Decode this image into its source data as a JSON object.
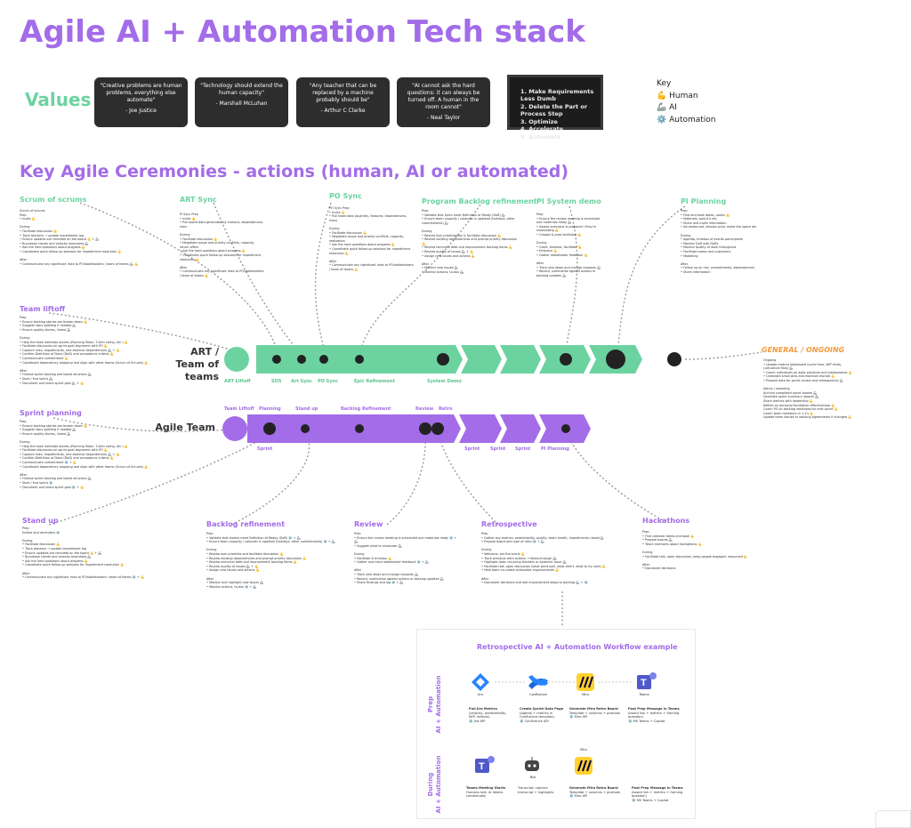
{
  "title": "Agile AI + Automation Tech stack",
  "values": {
    "label": "Values",
    "quotes": [
      {
        "text": "\"Creative problems are human problems, everything else automate\"",
        "author": "- Joe Justice"
      },
      {
        "text": "\"Technology should extend the human capacity\"",
        "author": "- Marshall McLuhan"
      },
      {
        "text": "\"Any teacher that can be replaced by a machine probably should be\"",
        "author": "- Arthur C Clarke"
      },
      {
        "text": "\"AI cannot ask the hard questions: it can always be turned off. A human in the room cannot\"",
        "author": "- Neal Taylor"
      }
    ],
    "book_lines": [
      "1. Make Requirements Less Dumb",
      "2. Delete the Part or Process Step",
      "3. Optimize",
      "4. Accelerate",
      "5. Automate"
    ]
  },
  "key": {
    "title": "Key",
    "items": [
      {
        "icon": "💪",
        "label": "Human"
      },
      {
        "icon": "🦾",
        "label": "AI"
      },
      {
        "icon": "⚙️",
        "label": "Automation"
      }
    ]
  },
  "ceremonies_title": "Key Agile Ceremonies - actions (human, AI or automated)",
  "sections": {
    "scrum_of_scrums": {
      "title": "Scrum of scrums",
      "body": "Scrum of scrums\nPrep\n  • Invite 💪\n\nDuring\n  • Facilitate discussion 💪\n  • Track blockers → update impediment log\n  • Ensure updates are recorded on the board 💪 + 🦾\n  • Burndown trends and velocity anomalies 🦾\n  • Ask the hard questions about progress 💪\n  • Coordinate quick follow-up sessions for impediment resolution 💪\n\nAfter\n  • Communicate any significant risks to PO/stakeholders / team of teams 🦾 💪"
    },
    "art_sync": {
      "title": "ART Sync",
      "body": "PI Sync Prep\n  • Invite 💪\n  • Pull board data generated by humans; dependencies, risks\n\nDuring\n  • Facilitate discussion 💪\n  • Negotiate scope and priority conflicts, capacity, return offers\n  • Ask the hard questions about progress 💪\n  • Coordinate quick follow-up sessions for impediment resolution 💪\n\nAfter\n  • Communicate any significant risks to PO/stakeholders / team of teams 💪"
    },
    "po_sync": {
      "title": "PO Sync",
      "body": "PO Sync Prep\n  • Invite 💪\n  • Pull team data (quantity, features, dependencies, risks)\n\nDuring\n  • Facilitate discussion 💪\n  • Negotiate scope and priority conflicts, capacity, realization\n  • Ask the hard questions about progress 💪\n  • Coordinate quick follow-up sessions for impediment resolution 💪\n\nAfter\n  • Communicate any significant risks to PO/stakeholders / team of teams 💪"
    },
    "program_backlog": {
      "title": "Program Backlog refinement",
      "body": "Prep\n  • Validate that Epics meet Definition of Ready (DoR) 🦾\n  • Ensure team capacity / calendar is updated (holidays, other commitments) 🦾\n\nDuring\n  • Review Epic prioritization & facilitate discussion 💪\n  • Review existing dependencies and prompt priority discussion 💪\n  • Review technical debt and improvement backlog items 💪\n  • Review quality of issues 🦾 + 💪\n  • Assign new issues and actions 💪\n\nAfter\n  • Monitor new issues 🦾\n  • Monitor actions, to-dos 🦾"
    },
    "pi_system_demo": {
      "title": "PI System demo",
      "body": "Prep\n  • Ensure the review meeting is scheduled and materials ready 🦾\n  • Assess everyone is prepared / they're showcasing 💪\n  • Choose & prep facilitator 💪\n\nDuring\n  • Greet, timebox, facilitate 💪\n  • Embrace 💪\n  • Gather stakeholder feedback 💪\n\nAfter\n  • Track new ideas and change requests 🦾\n  • Record, summarise agreed actions or backlog updates 🦾"
    },
    "pi_planning": {
      "title": "PI Planning",
      "body": "Prep\n  • Find and book dates, rooms 💪\n  • Materials, post-it's etc.\n  • Share and invite information\n  • Ad restaurant, session prep; make the space etc.\n\nDuring\n  • Agenda, timebox of events participants\n  • Monitor DoR with DoRs\n  • Monitor quality of work throughout\n  • Facilitate teams and customers\n  • Modelling\n\nAfter\n  • Follow up on risk, commitments, dependencies\n  • Share information"
    },
    "team_liftoff": {
      "title": "Team liftoff",
      "body": "Prep\n  • Ensure backlog stories are broken down 💪\n  • Suggest story splitting if needed 🦾\n  • Ensure quality stories, linked 🦾\n\nDuring\n  • Help the team estimate stories (Planning Poker, T-shirt sizing, etc.) 💪\n  • Facilitate discussion on sprint goal alignment with PO 💪\n  • Capture risks, impediments, and external dependencies 🦾 + 💪\n  • Confirm Definition of Done (DoD) and acceptance criteria 💪\n  • Communicate commitment 💪\n  • Coordinate dependency mapping and align with other teams (Scrum of Scrums) 💪\n\nAfter\n  • Finalise sprint backlog and board structure 🦾\n  • Start / End sprint 🦾\n  • Document and share sprint goal 🦾 + 💪"
    },
    "sprint_planning": {
      "title": "Sprint planning",
      "body": "Prep\n  • Ensure backlog stories are broken down 💪\n  • Suggest story splitting if needed 🦾\n  • Ensure quality stories, linked 🦾\n\nDuring\n  • Help the team estimate stories (Planning Poker, T-shirt sizing, etc.) 💪\n  • Facilitate discussion on sprint goal alignment with PO 💪\n  • Capture risks, impediments, and external dependencies 🦾 + 💪\n  • Confirm Definition of Done (DoD) and acceptance criteria 💪\n  • Communicate commitment ⚙️ + 💪\n  • Coordinate dependency mapping and align with other teams (Scrum of Scrums) 💪\n\nAfter\n  • Finalise sprint backlog and board structure 🦾\n  • Start / End sprint ⚙️\n  • Document and share sprint goal ⚙️ + 💪"
    },
    "stand_up": {
      "title": "Stand up",
      "body": "Prep\nInvites and reminders ⚙️\n\nDuring\n  • Facilitate discussion 💪\n  • Track blockers → update impediment log\n  • Ensure updates are recorded on the board 💪 + 🦾\n  • Burndown trends and velocity anomalies 🦾\n  • Ask the hard questions about progress 💪\n  • Coordinate quick follow-up sessions for impediment resolution 💪\n\nAfter\n  • Communicate any significant risks to PO/stakeholders / team of teams ⚙️ + 💪"
    },
    "backlog_refinement": {
      "title": "Backlog refinement",
      "body": "Prep\n  • Validate that stories meet Definition of Ready (DoR) ⚙️ + 🦾\n  • Ensure team capacity / calendar is updated (holidays, other commitments) ⚙️ + 🦾\n\nDuring\n  • Review epic priorities and facilitate discussion 💪\n  • Review existing dependencies and prompt priority discussion 💪\n  • Review technical debt and improvement backlog items 💪\n  • Review quality of issues 🦾 + 💪\n  • Assign new issues and actions 💪\n\nAfter\n  • Monitor and highlight new issues 🦾\n  • Monitor actions, to-dos ⚙️ + 🦾"
    },
    "review": {
      "title": "Review",
      "body": "Prep\n  • Ensure the review meeting is scheduled and materials ready ⚙️ + 🦾\n  • Suggest what to showcase 🦾\n\nDuring\n  • Facilitate & timebox 💪\n  • Gather and track stakeholder feedback ⚙️ + 🦾\n\nAfter\n  • Track new ideas and change requests 🦾\n  • Record, summarise agreed actions or backlog updates 🦾\n  • Share findings and log ⚙️ + 🦾"
    },
    "retrospective": {
      "title": "Retrospective",
      "body": "Prep\n  • Gather key metrics: predictability, quality, team health, impediments closed 🦾\n  • Prepare board and type of retro ⚙️ + 🦾\n\nDuring\n  • Welcome, set the scene 💪\n  • Track previous retro actions → follow-through 🦾\n  • Highlight data: recurring blockers or systemic issue 🦾\n  • Facilitate talk, open discussion (what went well, what didn't, what to try next) 💪\n  • Help team co-create actionable improvements 💪\n\nAfter\n  • Document decisions and add improvement steps to backlog 🦾 + ⚙️"
    },
    "hackathons": {
      "title": "Hackathons",
      "body": "Prep\n  • Find calendar dates and book 💪\n  • Prepare boards 🦾\n  • Teach members about hackathons 💪\n\nDuring\n  • Facilitate talk, open discussion, keep people engaged, resourced 💪\n\nAfter\n  • Document decisions"
    },
    "general": {
      "title": "GENERAL / ONGOING",
      "body": "Ongoing\n  • Update metrics dashboard (cycle time, WIP limits, cumulative flow) 🦾\n  • Coach individuals on agile practices and collaboration 💪\n  • Celebrate small wins and maintain morale 💪\n  • Prepare data for sprint review and retrospective 🦾\n\nAdmin / reporting\n  Archive completed sprint boards 🦾\n  Generate sprint summary reports 🦾\n  Share metrics with leadership 💪\n  Reflect on personal facilitation effectiveness 💪\n  Coach PO on backlog readiness for next sprint 💪\n  Coach team members in 1:1's 💪\n  Update team stories or working agreements if changed 💪"
    }
  },
  "lanes": {
    "art_label": "ART /\nTeam of teams",
    "team_label": "Agile Team",
    "art_top_labels": [
      "ART Liftoff",
      "SOS",
      "Art Sync",
      "PO Sync",
      "Epic Refinement",
      "System Demo"
    ],
    "team_top_labels": [
      "Team Liftoff",
      "Planning",
      "Stand up",
      "Backlog Refinement",
      "Review",
      "Retro"
    ],
    "team_bottom_labels": [
      "Sprint",
      "Sprint",
      "Sprint",
      "Sprint",
      "PI Planning"
    ]
  },
  "workflow": {
    "title": "Retrospective AI + Automation Workflow example",
    "prep_label": "Prep\nAI + Automation",
    "during_label": "During\nAI + Automation",
    "prep_apps": [
      "Jira",
      "Confluence",
      "Miro",
      "Teams"
    ],
    "prep_steps": [
      {
        "title": "Pull Jira Metrics",
        "body": "(velocity, predictability, WIP, defects)\n⚙️ Jira API"
      },
      {
        "title": "Create Sprint Data Page",
        "body": "(Agents + metrics in Confluence template)\n⚙️ Confluence API"
      },
      {
        "title": "Generate Miro Retro Board",
        "body": "Template + columns + prompts\n⚙️ Miro API"
      },
      {
        "title": "Post Prep Message in Teams",
        "body": "(board link + metrics + framing question)\n⚙️ MS Teams + Copilot"
      }
    ],
    "during_apps": [
      "Teams",
      "Bot",
      "Miro"
    ],
    "during_app_names": [
      "",
      "Bot",
      "Miro"
    ],
    "during_steps": [
      {
        "title": "Teams Meeting Starts",
        "body": "Humans talk, AI listens contextually"
      },
      {
        "title": "",
        "body": "Transcript: capture transcript + highlights"
      },
      {
        "title": "Generate Miro Retro Board",
        "body": "Template + columns + prompts\n⚙️ Miro API"
      },
      {
        "title": "Post Prep Message in Teams",
        "body": "(board link + metrics + framing question)\n⚙️ MS Teams + Copilot"
      }
    ]
  },
  "colors": {
    "purple": "#a36ce8",
    "green": "#6cd3a0",
    "orange": "#f39a3c",
    "dark": "#2d2d2d"
  }
}
